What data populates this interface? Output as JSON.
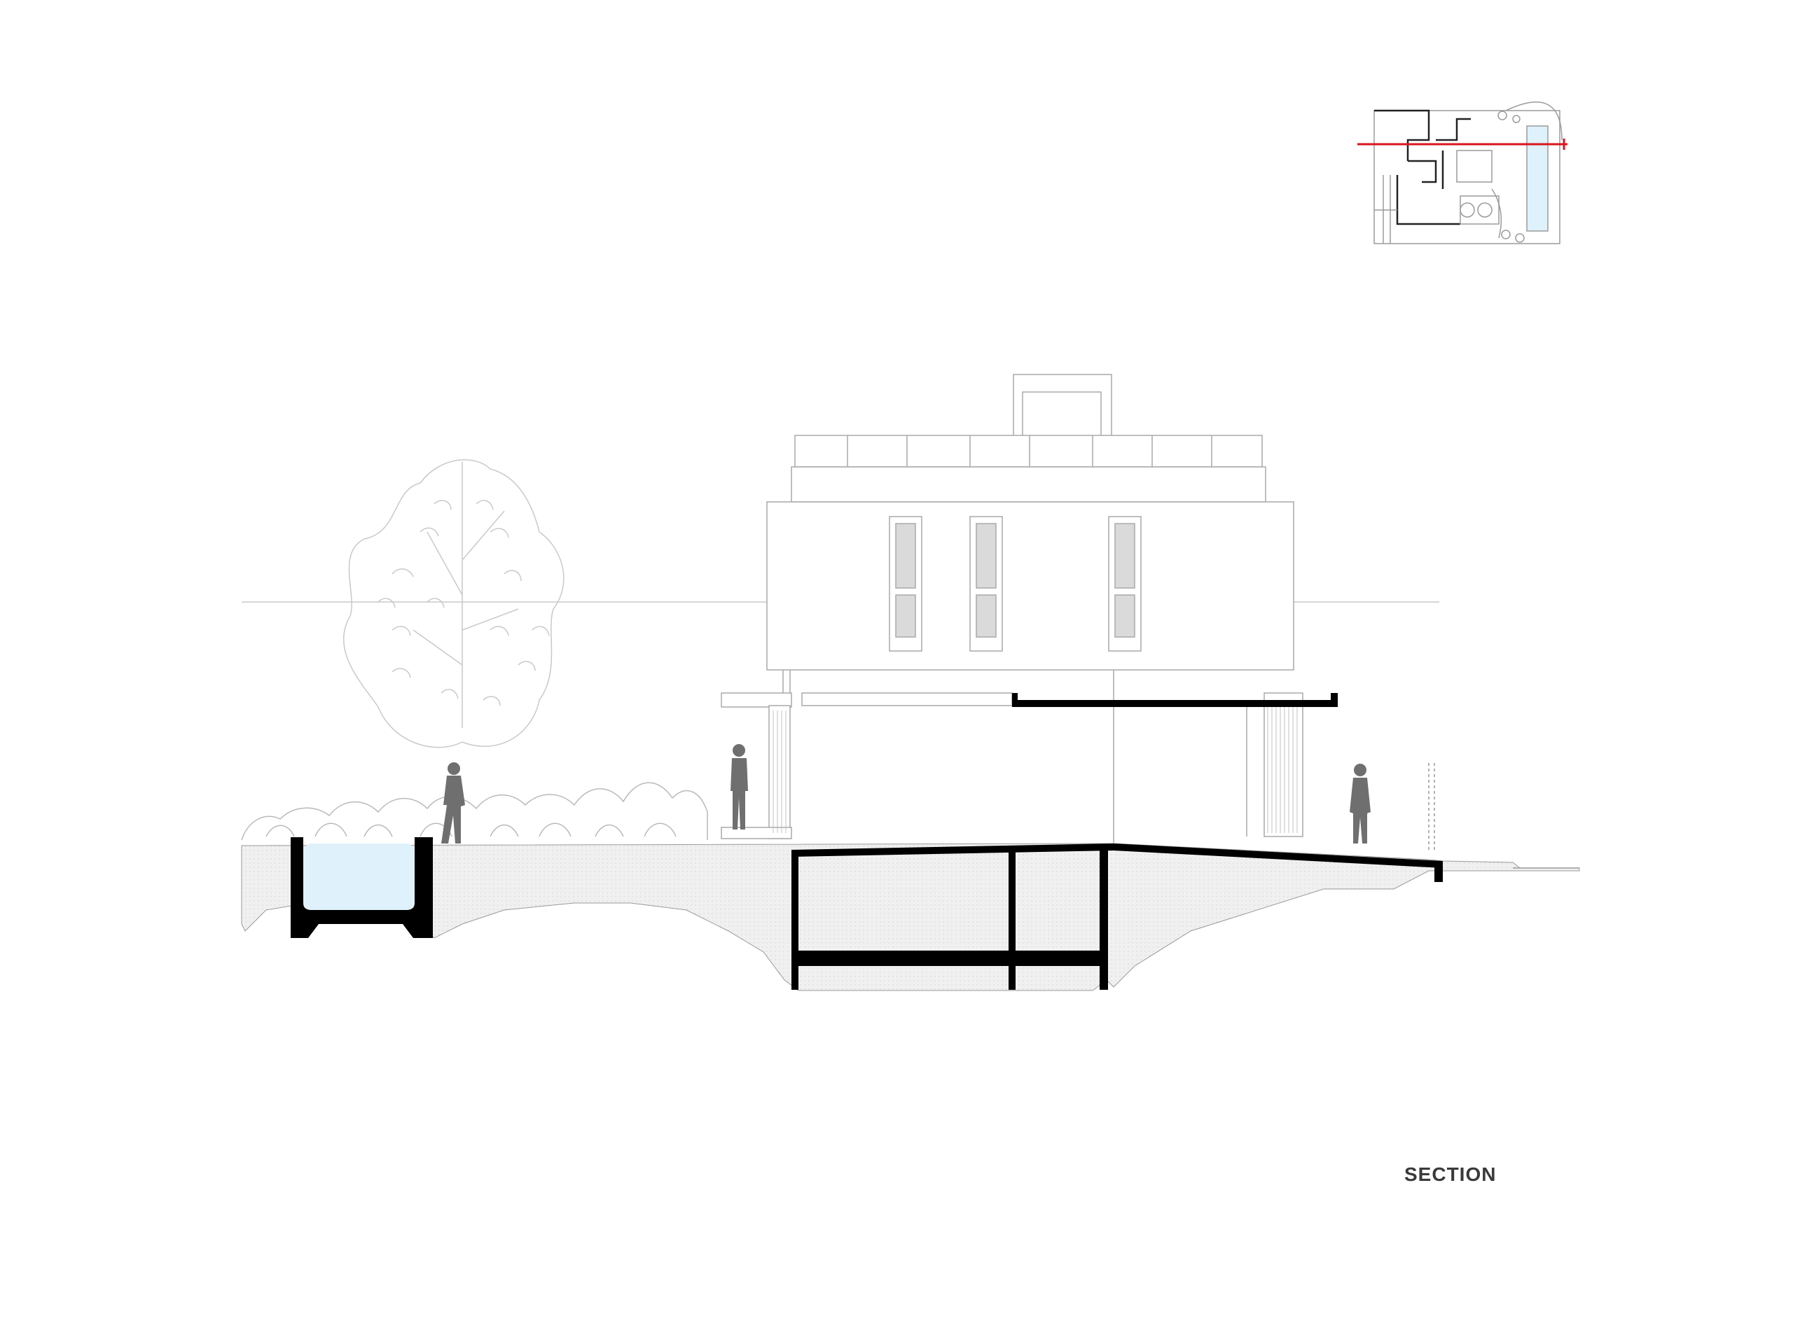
{
  "title": "SECTION",
  "colors": {
    "ink": "#000000",
    "line": "#b5b5b5",
    "ground": "#efefef",
    "water": "#dff1fb",
    "person": "#6f6f6f",
    "cut_marker": "#d8161e",
    "window_fill": "#dadada"
  },
  "icons": [
    "key-plan",
    "person-silhouette",
    "tree",
    "shrubs",
    "pool-water"
  ]
}
